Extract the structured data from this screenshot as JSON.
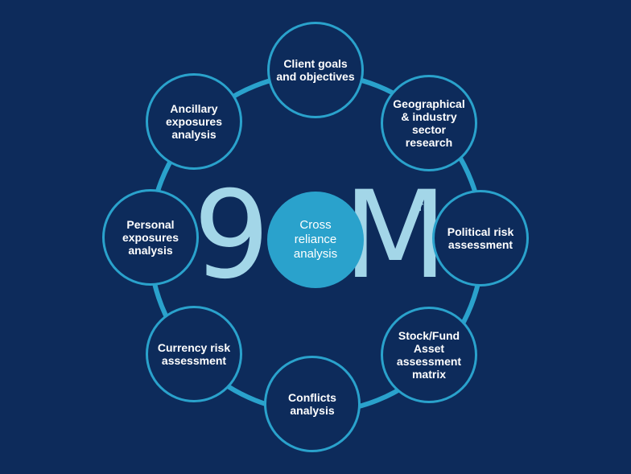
{
  "colors": {
    "background": "#0d2b5b",
    "accent": "#2aa2cc",
    "brand": "#a3d6e8",
    "text": "#ffffff"
  },
  "brand": {
    "left": "9",
    "right": "M",
    "trademark": "TM"
  },
  "center": {
    "label": "Cross\nreliance\nanalysis"
  },
  "nodes": [
    {
      "label": "Client goals\nand objectives"
    },
    {
      "label": "Geographical\n& industry\nsector\nresearch"
    },
    {
      "label": "Political risk\nassessment"
    },
    {
      "label": "Stock/Fund\nAsset\nassessment\nmatrix"
    },
    {
      "label": "Conflicts\nanalysis"
    },
    {
      "label": "Currency risk\nassessment"
    },
    {
      "label": "Personal\nexposures\nanalysis"
    },
    {
      "label": "Ancillary\nexposures\nanalysis"
    }
  ]
}
